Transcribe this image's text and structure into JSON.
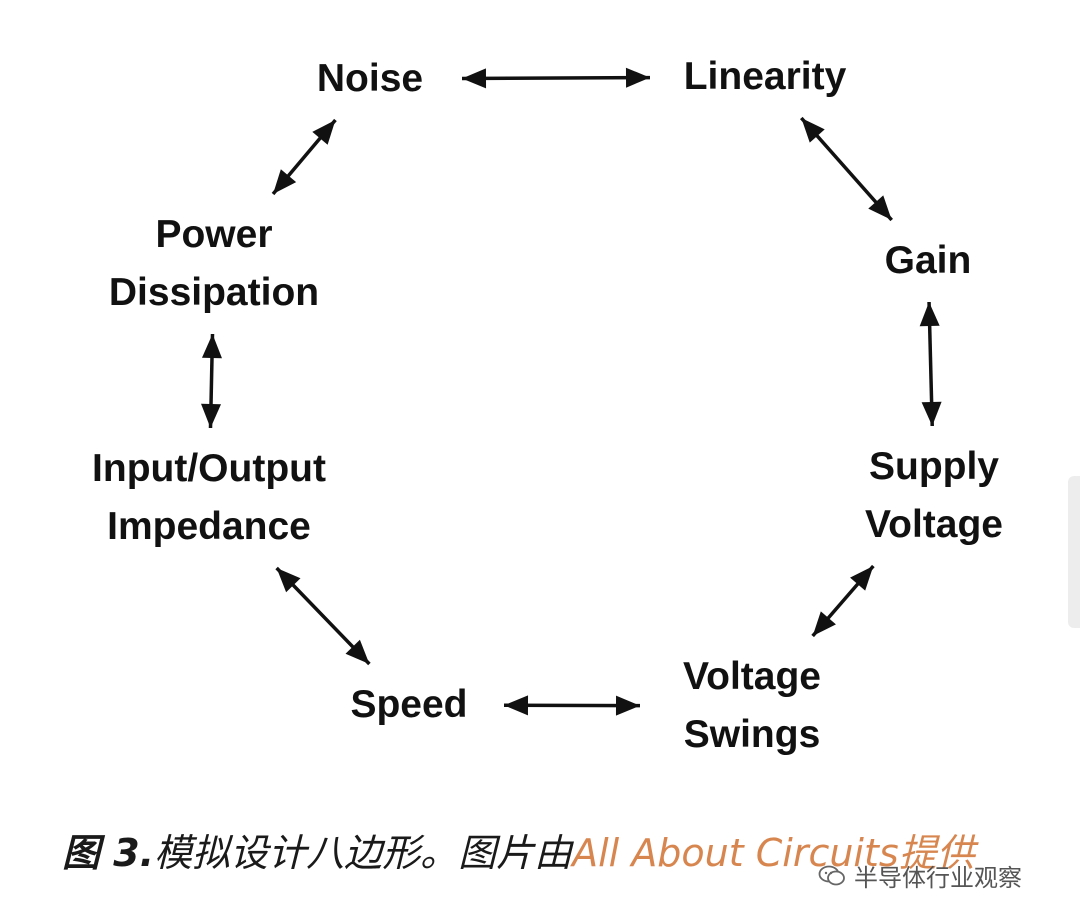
{
  "diagram": {
    "nodes": [
      {
        "id": "noise",
        "lines": [
          "Noise"
        ]
      },
      {
        "id": "linearity",
        "lines": [
          "Linearity"
        ]
      },
      {
        "id": "gain",
        "lines": [
          "Gain"
        ]
      },
      {
        "id": "supply-voltage",
        "lines": [
          "Supply",
          "Voltage"
        ]
      },
      {
        "id": "voltage-swings",
        "lines": [
          "Voltage",
          "Swings"
        ]
      },
      {
        "id": "speed",
        "lines": [
          "Speed"
        ]
      },
      {
        "id": "input-output-impedance",
        "lines": [
          "Input/Output",
          "Impedance"
        ]
      },
      {
        "id": "power-dissipation",
        "lines": [
          "Power",
          "Dissipation"
        ]
      }
    ],
    "edges": [
      {
        "from": "noise",
        "to": "linearity",
        "type": "bidirectional"
      },
      {
        "from": "linearity",
        "to": "gain",
        "type": "bidirectional"
      },
      {
        "from": "gain",
        "to": "supply-voltage",
        "type": "bidirectional"
      },
      {
        "from": "supply-voltage",
        "to": "voltage-swings",
        "type": "bidirectional"
      },
      {
        "from": "voltage-swings",
        "to": "speed",
        "type": "bidirectional"
      },
      {
        "from": "speed",
        "to": "input-output-impedance",
        "type": "bidirectional"
      },
      {
        "from": "input-output-impedance",
        "to": "power-dissipation",
        "type": "bidirectional"
      },
      {
        "from": "power-dissipation",
        "to": "noise",
        "type": "bidirectional"
      }
    ],
    "arrow_color": "#111111"
  },
  "caption": {
    "figure_label": "图 3.",
    "text": "模拟设计八边形。图片由",
    "source": "All About Circuits",
    "suffix": "提供",
    "source_color": "#d8864f"
  },
  "watermark": {
    "icon": "wechat-icon",
    "text": "半导体行业观察"
  }
}
